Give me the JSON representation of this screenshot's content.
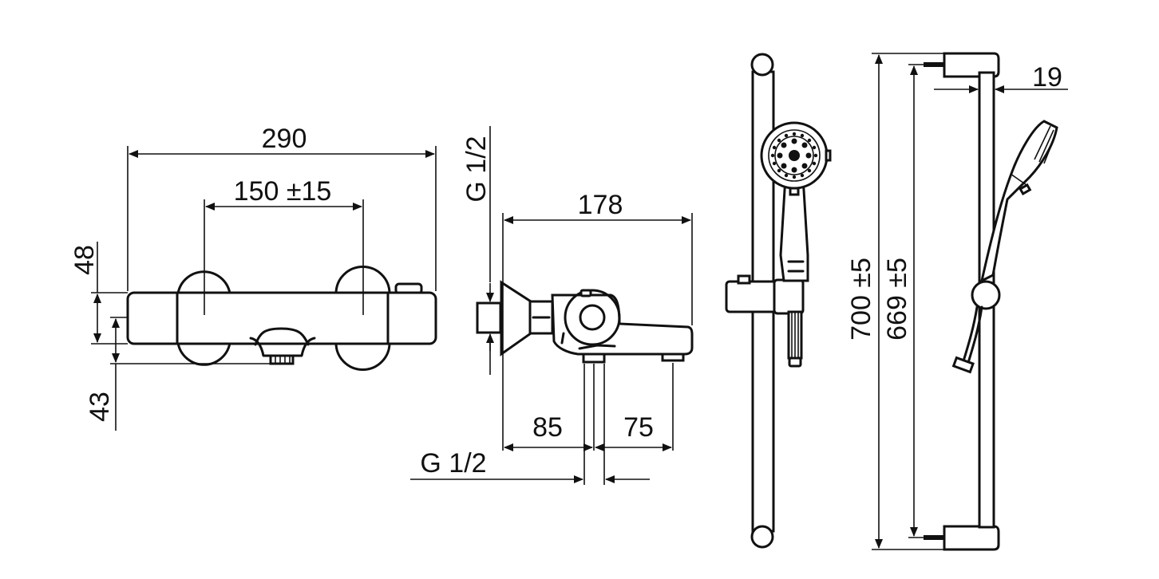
{
  "front_view": {
    "width_label": "290",
    "spacing_label": "150 ±15",
    "height_top_label": "48",
    "height_bottom_label": "43"
  },
  "side_view": {
    "depth_label": "178",
    "inlet_label": "G 1/2",
    "outlet_label": "G 1/2",
    "offset_a_label": "85",
    "offset_b_label": "75"
  },
  "rail_view": {
    "overall_length_label": "700 ±5",
    "fixing_length_label": "669 ±5",
    "rail_diameter_label": "19"
  }
}
